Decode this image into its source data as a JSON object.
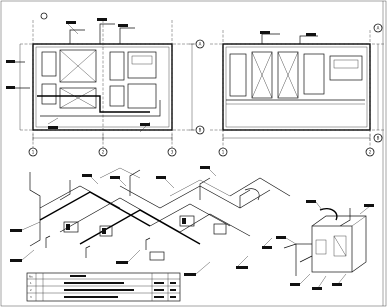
{
  "title": "",
  "grid": {
    "left_plan_bottom": [
      "1",
      "2",
      "3"
    ],
    "right_side_upper": "A",
    "right_side_lower": "B",
    "right_plan_bottom": [
      "1",
      "2"
    ],
    "right_plan_right_upper": "A",
    "right_plan_right_lower": "B"
  },
  "legend": {
    "header": [
      "No.",
      "Description",
      "Spec",
      "Qty"
    ],
    "rows": [
      [
        "1",
        "",
        "",
        ""
      ],
      [
        "2",
        "",
        "",
        ""
      ],
      [
        "3",
        "",
        "",
        ""
      ]
    ]
  }
}
